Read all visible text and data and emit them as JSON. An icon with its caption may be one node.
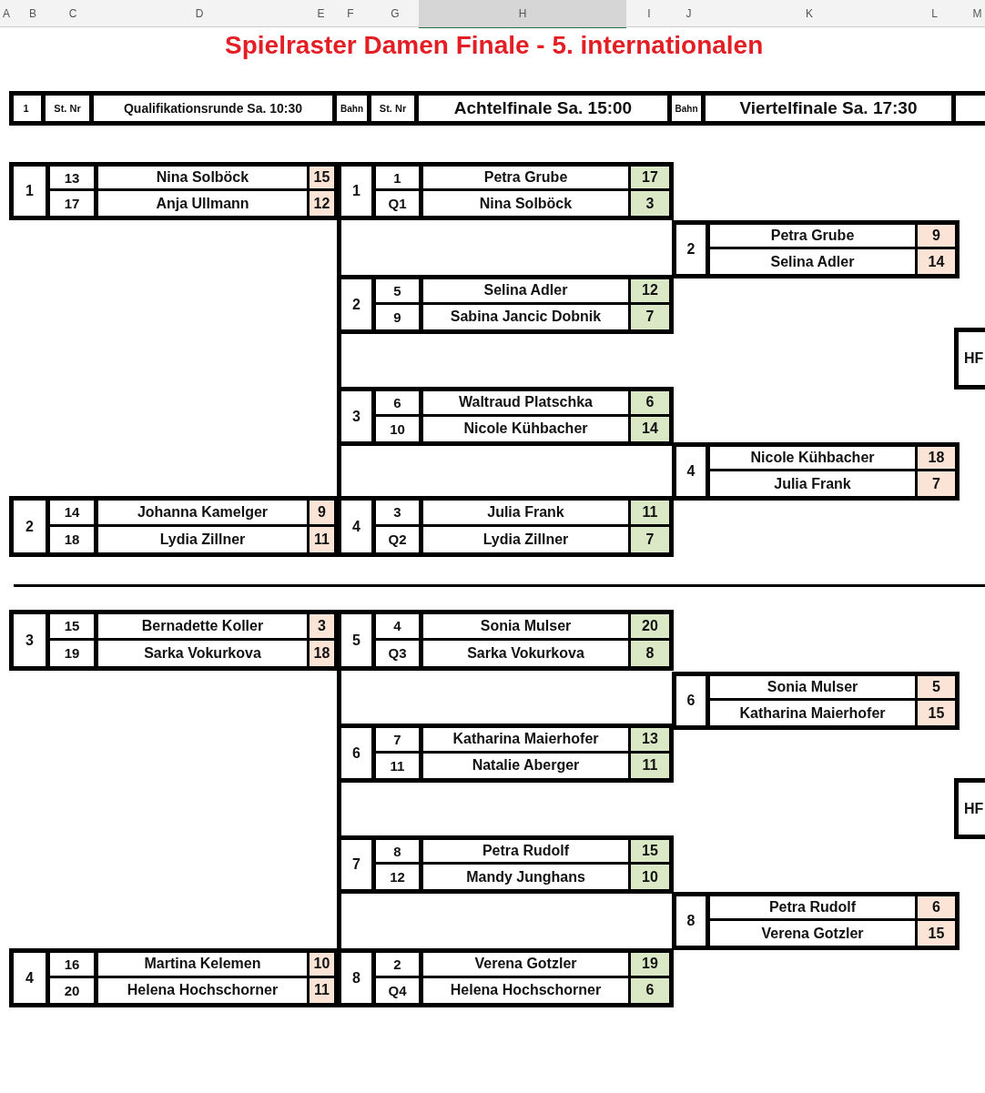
{
  "diagram": {
    "title": "Spielraster Damen Finale - 5. internationalen",
    "nodes": [
      {
        "text": [
          "1",
          "13",
          "Nina Solböck",
          "15",
          "17",
          "Anja Ullmann",
          "12"
        ]
      },
      {
        "text": [
          "1",
          "1",
          "Petra Grube",
          "17",
          "Q1",
          "Nina Solböck",
          "3"
        ]
      },
      {
        "text": [
          "2",
          "Petra Grube",
          "9",
          "Selina Adler",
          "14"
        ]
      },
      {
        "text": [
          "2",
          "5",
          "Selina Adler",
          "12",
          "9",
          "Sabina Jancic Dobnik",
          "7"
        ]
      },
      {
        "text": [
          "HF"
        ]
      },
      {
        "text": [
          "3",
          "6",
          "Waltraud Platschka",
          "6",
          "10",
          "Nicole Kühbacher",
          "14"
        ]
      },
      {
        "text": [
          "4",
          "Nicole Kühbacher",
          "18",
          "Julia Frank",
          "7"
        ]
      },
      {
        "text": [
          "2",
          "14",
          "Johanna Kamelger",
          "9",
          "18",
          "Lydia Zillner",
          "11"
        ]
      },
      {
        "text": [
          "4",
          "3",
          "Julia Frank",
          "11",
          "Q2",
          "Lydia Zillner",
          "7"
        ]
      },
      {
        "text": [
          "3",
          "15",
          "Bernadette Koller",
          "3",
          "19",
          "Sarka Vokurkova",
          "18"
        ]
      },
      {
        "text": [
          "5",
          "4",
          "Sonia Mulser",
          "20",
          "Q3",
          "Sarka Vokurkova",
          "8"
        ]
      },
      {
        "text": [
          "6",
          "Sonia Mulser",
          "5",
          "Katharina Maierhofer",
          "15"
        ]
      },
      {
        "text": [
          "6",
          "7",
          "Katharina Maierhofer",
          "13",
          "11",
          "Natalie Aberger",
          "11"
        ]
      },
      {
        "text": [
          "HF"
        ]
      },
      {
        "text": [
          "7",
          "8",
          "Petra Rudolf",
          "15",
          "12",
          "Mandy Junghans",
          "10"
        ]
      },
      {
        "text": [
          "8",
          "Petra Rudolf",
          "6",
          "Verena Gotzler",
          "15"
        ]
      },
      {
        "text": [
          "4",
          "16",
          "Martina Kelemen",
          "10",
          "20",
          "Helena Hochschorner",
          "11"
        ]
      },
      {
        "text": [
          "8",
          "2",
          "Verena Gotzler",
          "19",
          "Q4",
          "Helena Hochschorner",
          "6"
        ]
      }
    ],
    "labels": [
      "A",
      "B",
      "C",
      "D",
      "E",
      "F",
      "G",
      "H",
      "I",
      "J",
      "K",
      "L",
      "M",
      "1",
      "St. Nr",
      "Qualifikationsrunde Sa. 10:30",
      "Bahn",
      "St. Nr",
      "Achtelfinale Sa. 15:00",
      "Bahn",
      "Viertelfinale Sa. 17:30"
    ]
  }
}
